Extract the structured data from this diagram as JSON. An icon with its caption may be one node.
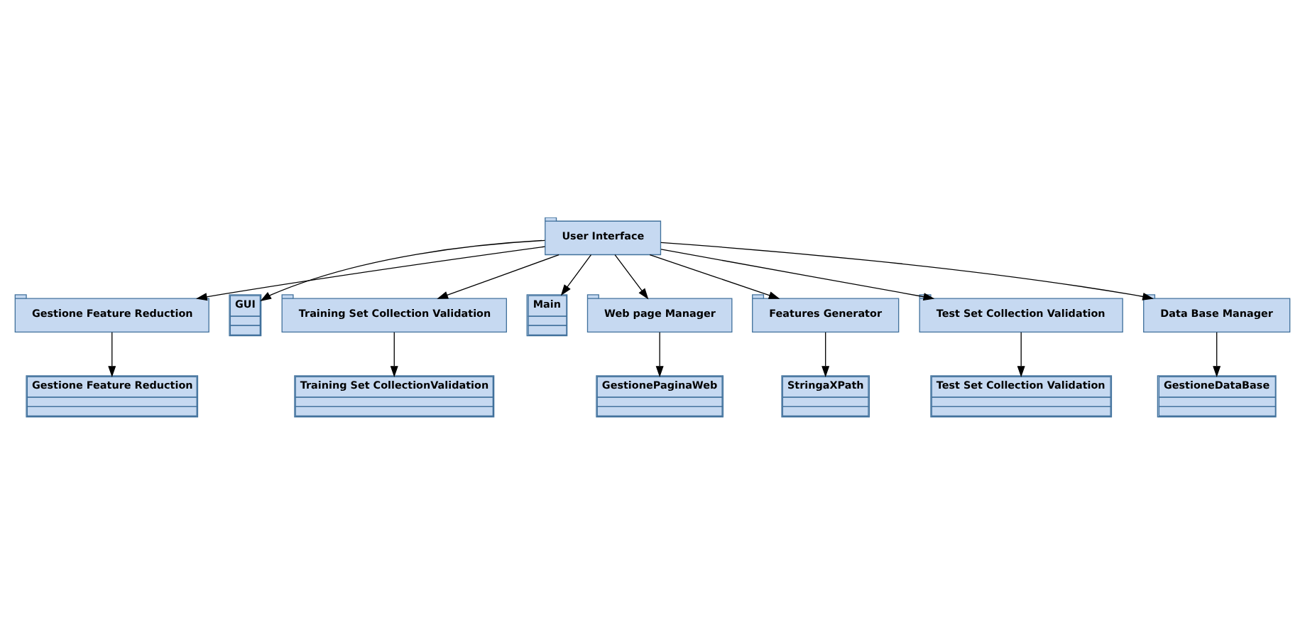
{
  "diagram": {
    "nodes": [
      {
        "text": [
          "Gestione Feature Reduction"
        ]
      },
      {
        "text": [
          "Gestione Feature Reduction"
        ]
      },
      {
        "text": [
          "User Interface"
        ]
      },
      {
        "text": [
          "GUI"
        ]
      },
      {
        "text": [
          "Training Set CollectionValidation"
        ]
      },
      {
        "text": [
          "Training Set Collection Validation"
        ]
      },
      {
        "text": [
          "Main"
        ]
      },
      {
        "text": [
          "GestionePaginaWeb"
        ]
      },
      {
        "text": [
          "Web page Manager"
        ]
      },
      {
        "text": [
          "Features Generator"
        ]
      },
      {
        "text": [
          "StringaXPath"
        ]
      },
      {
        "text": [
          "Test Set Collection Validation"
        ]
      },
      {
        "text": [
          "Test Set Collection Validation"
        ]
      },
      {
        "text": [
          "Data Base Manager"
        ]
      },
      {
        "text": [
          "GestioneDataBase"
        ]
      }
    ],
    "edges": [
      {
        "from": 2,
        "to": 1,
        "arrow": "to"
      },
      {
        "from": 1,
        "to": 0,
        "arrow": "to"
      },
      {
        "from": 2,
        "to": 3,
        "arrow": "to"
      },
      {
        "from": 2,
        "to": 5,
        "arrow": "to"
      },
      {
        "from": 5,
        "to": 4,
        "arrow": "to"
      },
      {
        "from": 2,
        "to": 6,
        "arrow": "to"
      },
      {
        "from": 2,
        "to": 8,
        "arrow": "to"
      },
      {
        "from": 8,
        "to": 7,
        "arrow": "to"
      },
      {
        "from": 2,
        "to": 9,
        "arrow": "to"
      },
      {
        "from": 9,
        "to": 10,
        "arrow": "to"
      },
      {
        "from": 2,
        "to": 12,
        "arrow": "to"
      },
      {
        "from": 12,
        "to": 11,
        "arrow": "to"
      },
      {
        "from": 2,
        "to": 13,
        "arrow": "to"
      },
      {
        "from": 13,
        "to": 14,
        "arrow": "to"
      }
    ]
  }
}
